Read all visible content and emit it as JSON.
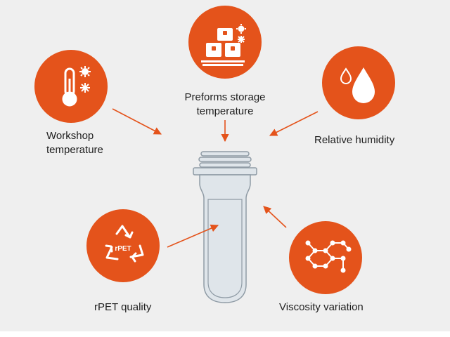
{
  "factors": {
    "workshop_temperature": {
      "line1": "Workshop",
      "line2": "temperature",
      "icon": "thermometer-icon"
    },
    "preforms_storage_temperature": {
      "line1": "Preforms storage",
      "line2": "temperature",
      "icon": "stacked-boxes-icon"
    },
    "relative_humidity": {
      "label": "Relative humidity",
      "icon": "water-drop-icon"
    },
    "rpet_quality": {
      "label": "rPET quality",
      "icon": "recycle-icon",
      "icon_text": "rPET"
    },
    "viscosity_variation": {
      "label": "Viscosity variation",
      "icon": "molecule-icon"
    }
  },
  "colors": {
    "accent": "#e4531b",
    "background": "#efefef",
    "preform_fill": "#dfe5ea",
    "preform_stroke": "#8f9ba5"
  }
}
